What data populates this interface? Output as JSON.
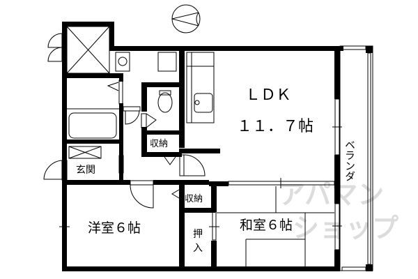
{
  "floorplan": {
    "colors": {
      "wall": "#000000",
      "background": "#ffffff",
      "watermark": "#dcdcdc"
    },
    "compass": {
      "icon": "north-arrow-icon"
    },
    "rooms": {
      "ldk": {
        "name": "ＬＤＫ",
        "size": "１１．７帖"
      },
      "western_room": {
        "label": "洋室６帖"
      },
      "japanese_room": {
        "label": "和室６帖"
      },
      "entrance": {
        "label": "玄関"
      },
      "storage_upper": {
        "label": "収納"
      },
      "storage_lower": {
        "label": "収納"
      },
      "closet": {
        "line1": "押",
        "line2": "入"
      },
      "balcony": {
        "label": "ベランダ"
      }
    },
    "watermark": {
      "line1": "アパマン",
      "line2": "ショップ"
    }
  }
}
